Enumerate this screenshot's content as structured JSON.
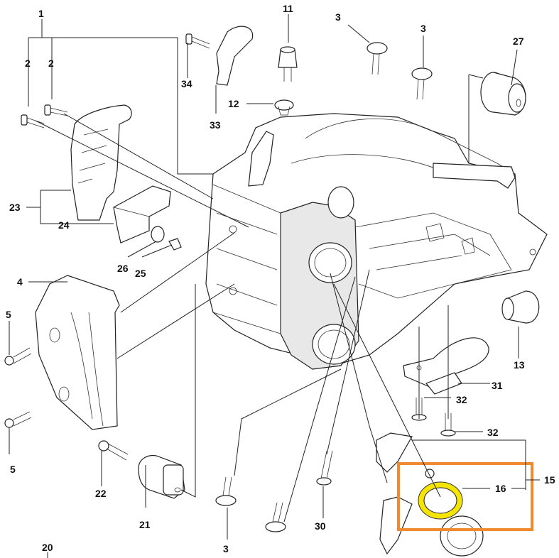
{
  "diagram": {
    "type": "exploded parts diagram",
    "highlight_color": "#f08a30",
    "ring_color": "#f5e400",
    "highlighted_part": "16",
    "callouts": [
      {
        "id": "c1",
        "label": "1"
      },
      {
        "id": "c2a",
        "label": "2"
      },
      {
        "id": "c2b",
        "label": "2"
      },
      {
        "id": "c3a",
        "label": "3"
      },
      {
        "id": "c3b",
        "label": "3"
      },
      {
        "id": "c3c",
        "label": "3"
      },
      {
        "id": "c4",
        "label": "4"
      },
      {
        "id": "c5a",
        "label": "5"
      },
      {
        "id": "c5b",
        "label": "5"
      },
      {
        "id": "c11",
        "label": "11"
      },
      {
        "id": "c12",
        "label": "12"
      },
      {
        "id": "c13",
        "label": "13"
      },
      {
        "id": "c15",
        "label": "15"
      },
      {
        "id": "c16",
        "label": "16"
      },
      {
        "id": "c20",
        "label": "20"
      },
      {
        "id": "c21",
        "label": "21"
      },
      {
        "id": "c22",
        "label": "22"
      },
      {
        "id": "c23",
        "label": "23"
      },
      {
        "id": "c24",
        "label": "24"
      },
      {
        "id": "c25",
        "label": "25"
      },
      {
        "id": "c26",
        "label": "26"
      },
      {
        "id": "c27",
        "label": "27"
      },
      {
        "id": "c30",
        "label": "30"
      },
      {
        "id": "c31",
        "label": "31"
      },
      {
        "id": "c32a",
        "label": "32"
      },
      {
        "id": "c32b",
        "label": "32"
      },
      {
        "id": "c33",
        "label": "33"
      },
      {
        "id": "c34",
        "label": "34"
      }
    ]
  }
}
